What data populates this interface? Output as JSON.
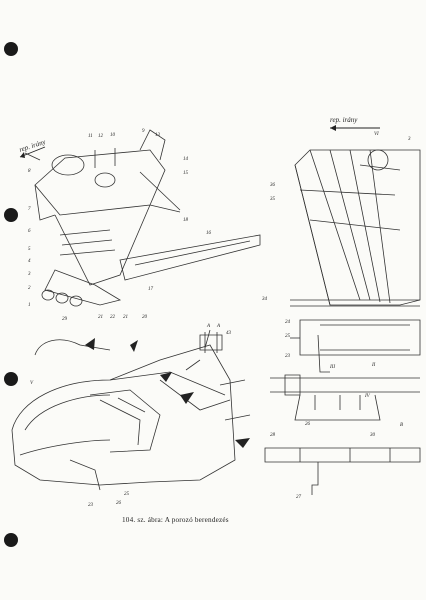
{
  "figure": {
    "caption": "104. sz. ábra: A porozó berendezés",
    "direction_label_left": "rep. irány",
    "direction_label_right": "rep. irány",
    "numbers_left": [
      "11",
      "12",
      "10",
      "9",
      "13",
      "8",
      "14",
      "15",
      "7",
      "6",
      "5",
      "4",
      "3",
      "2",
      "1",
      "16",
      "18",
      "29",
      "21",
      "22",
      "21",
      "20",
      "17"
    ],
    "numbers_right": [
      "VI",
      "3",
      "36",
      "35",
      "34",
      "24",
      "25",
      "23",
      "26",
      "28",
      "30",
      "27"
    ],
    "numbers_bottom_left": [
      "V",
      "23",
      "25",
      "26"
    ],
    "section_labels": [
      "A",
      "A",
      "43",
      "II",
      "III",
      "IV",
      "B"
    ]
  }
}
